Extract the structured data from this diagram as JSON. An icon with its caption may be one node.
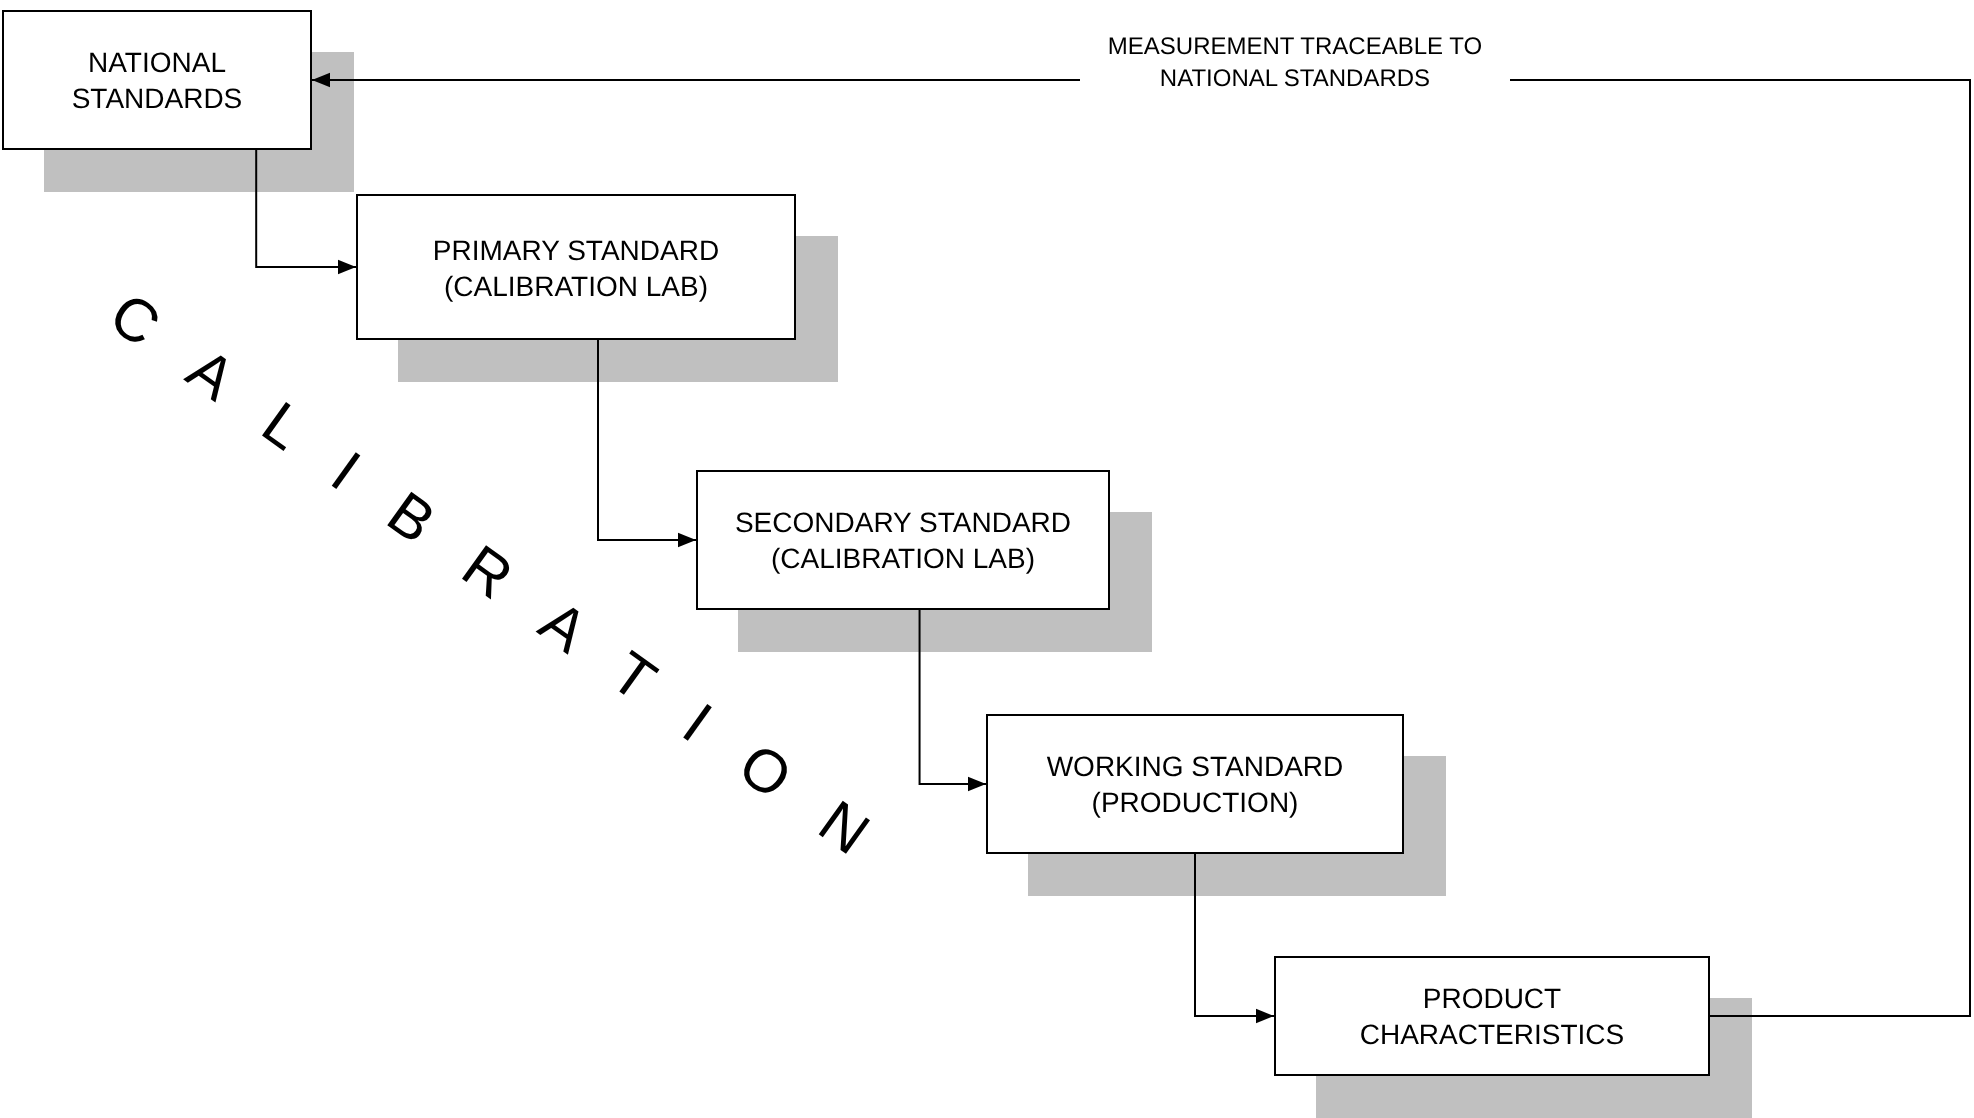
{
  "diagram": {
    "nodes": [
      {
        "text": [
          "NATIONAL STANDARDS"
        ]
      },
      {
        "text": [
          "PRIMARY STANDARD (CALIBRATION LAB)"
        ]
      },
      {
        "text": [
          "SECONDARY STANDARD (CALIBRATION LAB)"
        ]
      },
      {
        "text": [
          "WORKING STANDARD (PRODUCTION)"
        ]
      },
      {
        "text": [
          "PRODUCT CHARACTERISTICS"
        ]
      }
    ],
    "edges": [
      {
        "from": 0,
        "to": 1,
        "arrow": "to"
      },
      {
        "from": 1,
        "to": 2,
        "arrow": "to"
      },
      {
        "from": 2,
        "to": 3,
        "arrow": "to"
      },
      {
        "from": 3,
        "to": 4,
        "arrow": "to"
      },
      {
        "from": 4,
        "to": 0,
        "arrow": "to",
        "label": "MEASUREMENT TRACEABLE TO NATIONAL STANDARDS"
      }
    ],
    "labels": [
      "CALIBRATION"
    ]
  }
}
